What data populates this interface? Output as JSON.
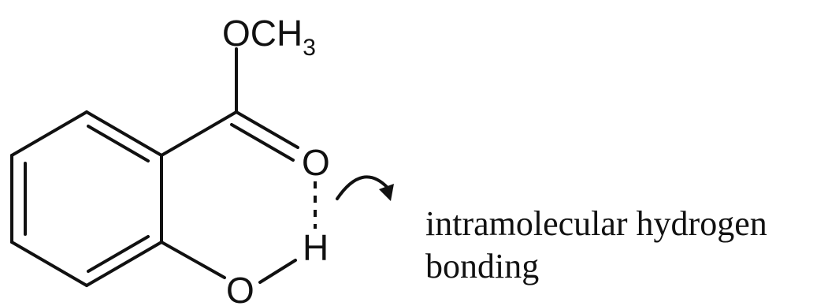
{
  "molecule": {
    "methoxy_prefix": "OCH",
    "methoxy_subscript": "3",
    "carbonyl_oxygen": "O",
    "hydroxyl_oxygen": "O",
    "hydroxyl_hydrogen": "H"
  },
  "annotation": {
    "line1": "intramolecular hydrogen",
    "line2": "bonding"
  },
  "colors": {
    "ink": "#111111",
    "background": "#ffffff"
  }
}
